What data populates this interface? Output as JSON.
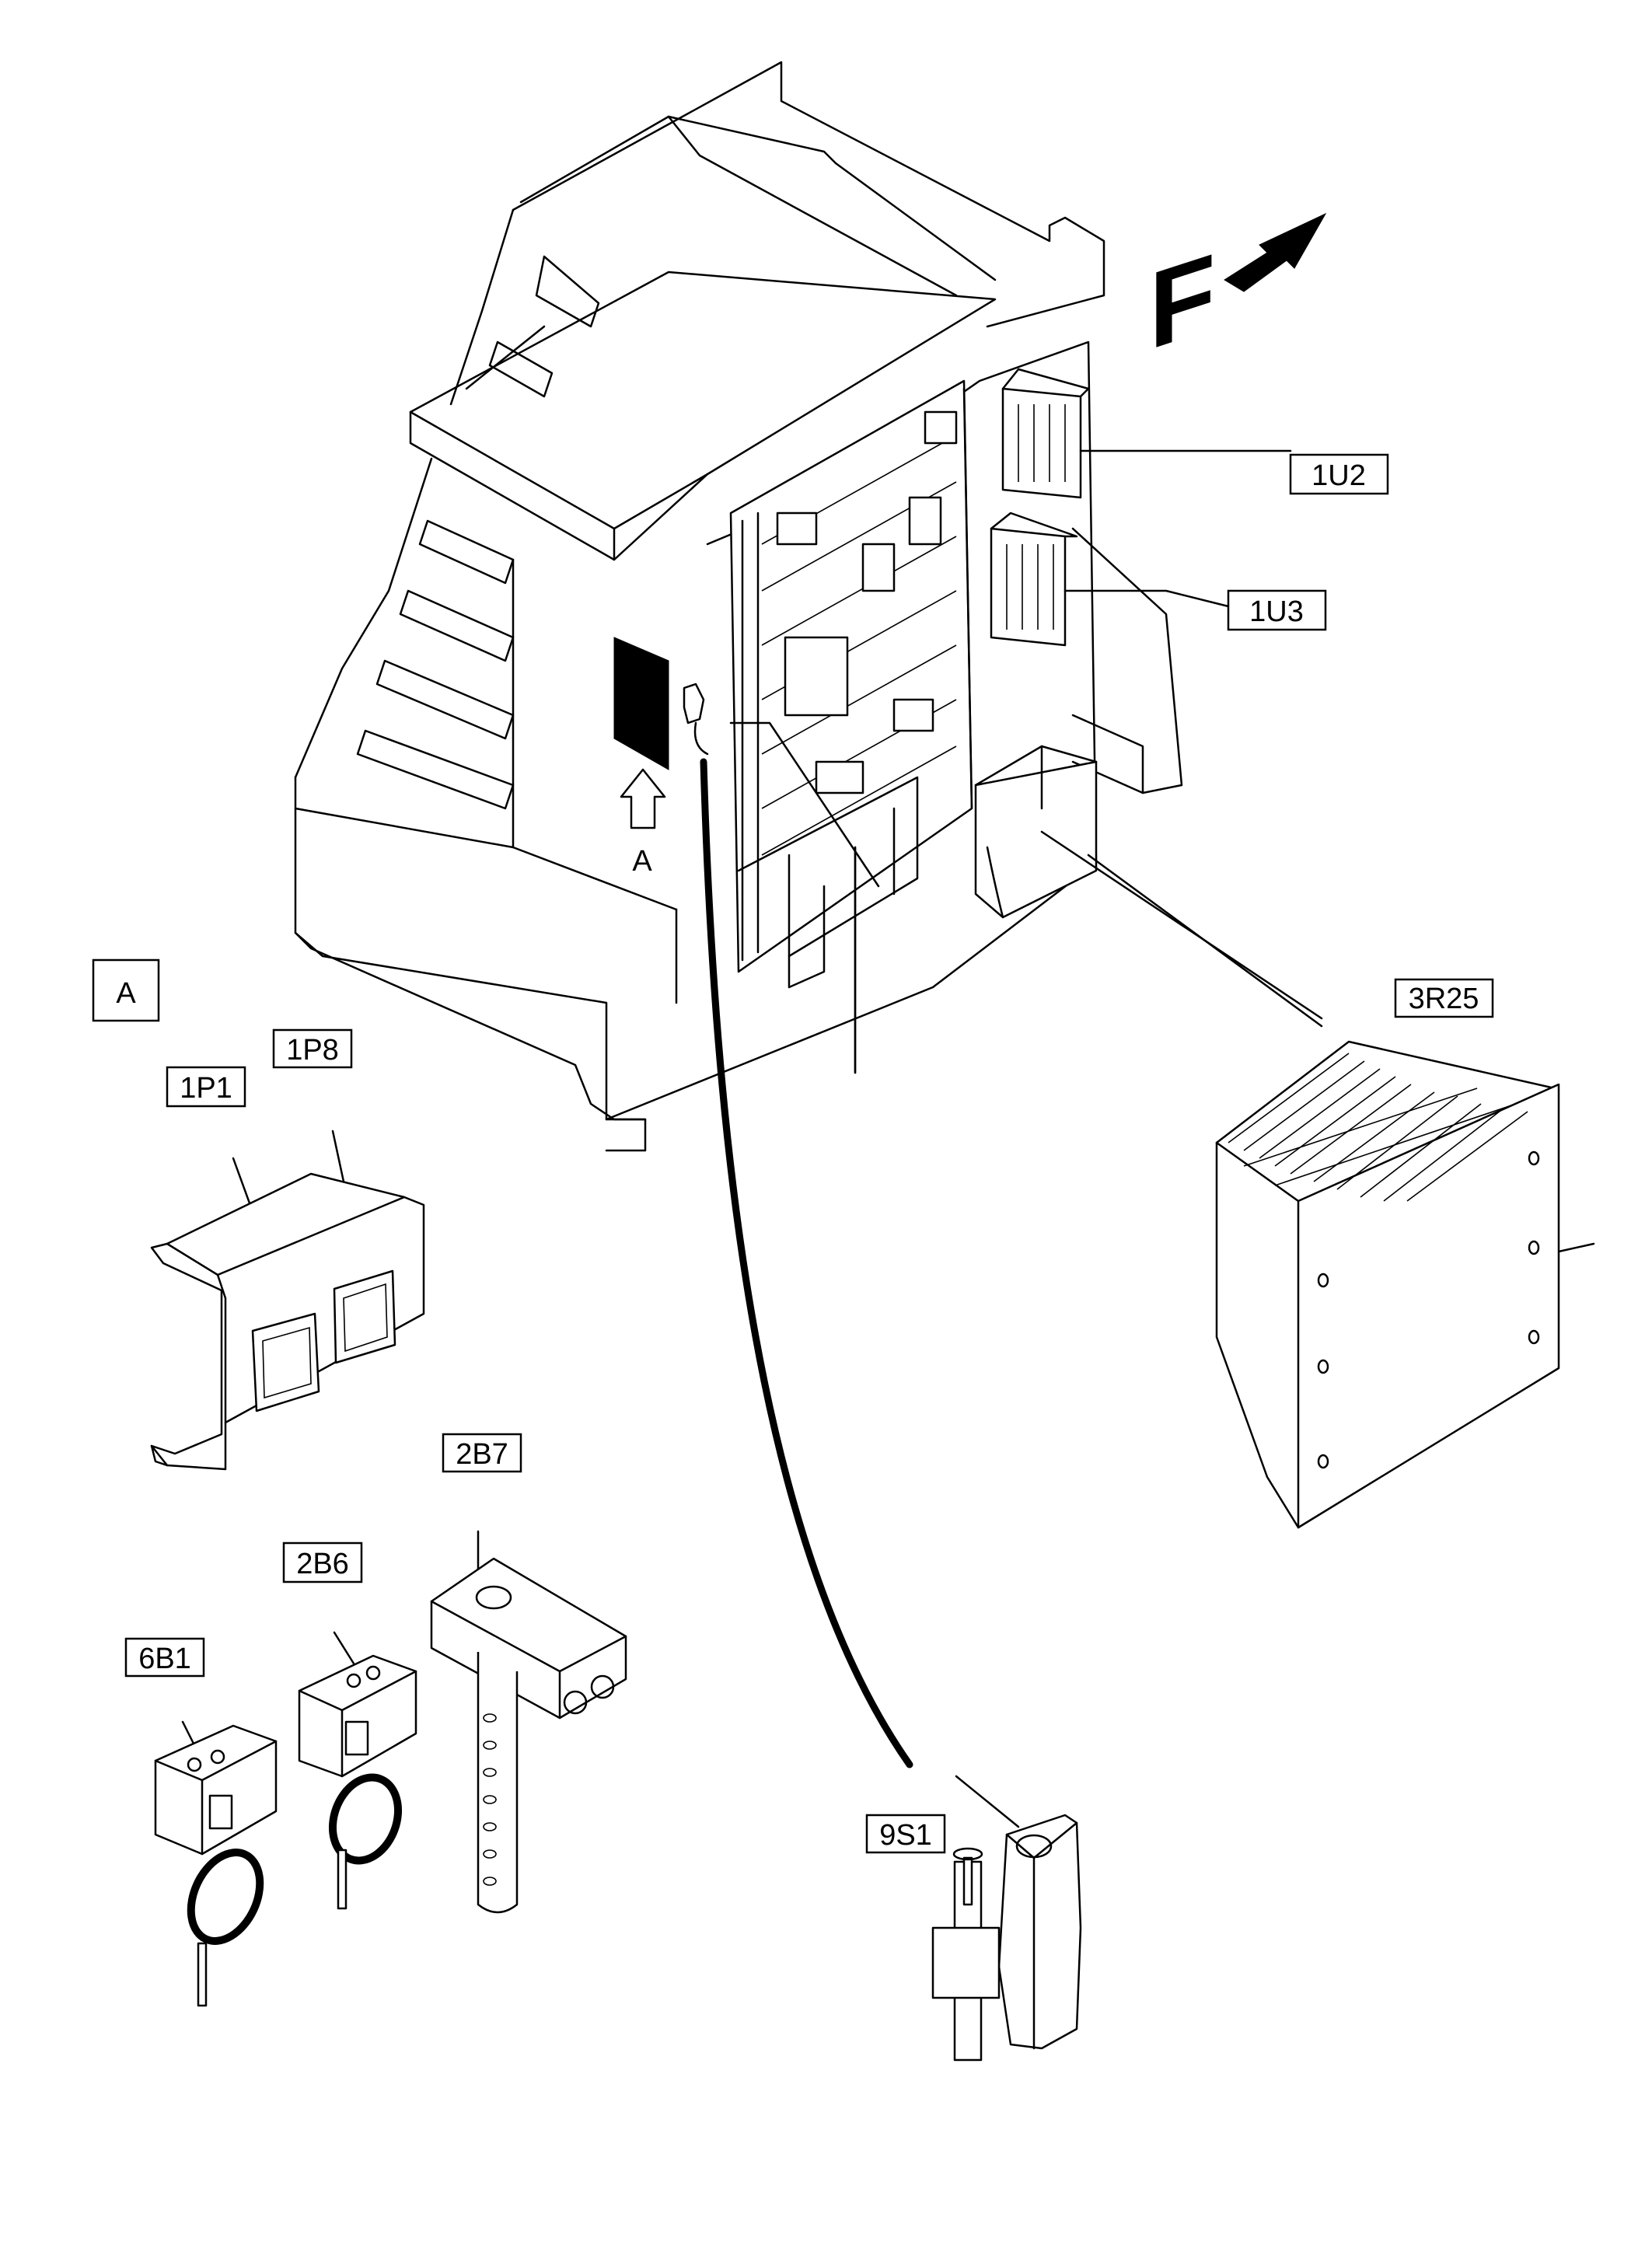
{
  "view_marker": "A",
  "view_arrow_label": "A",
  "direction_label": "F",
  "labels": {
    "u2": "1U2",
    "u3": "1U3",
    "r25": "3R25",
    "p1": "1P1",
    "p8": "1P8",
    "b7": "2B7",
    "b6": "2B6",
    "b1": "6B1",
    "s1": "9S1"
  }
}
